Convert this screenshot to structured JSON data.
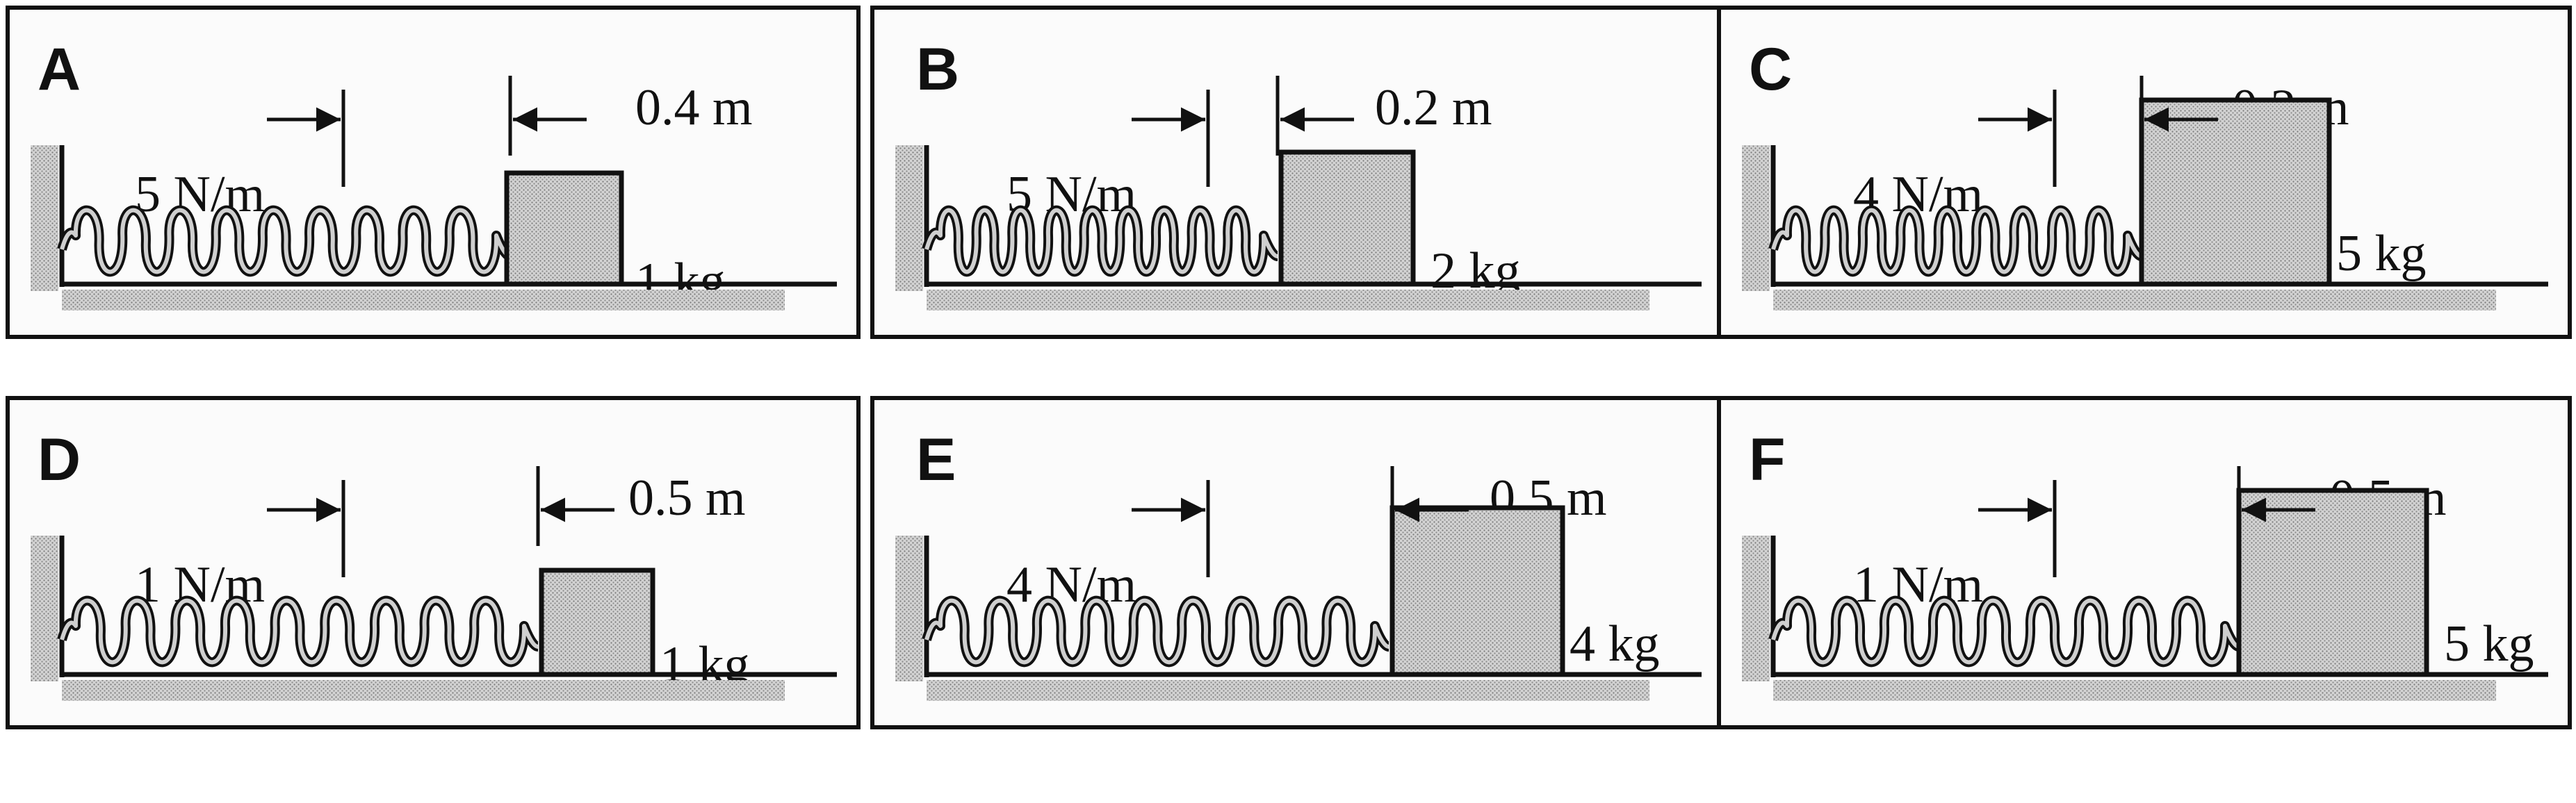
{
  "panels": [
    {
      "label": "A",
      "spring_constant": "5 N/m",
      "displacement": "0.4 m",
      "mass": "1 kg"
    },
    {
      "label": "B",
      "spring_constant": "5 N/m",
      "displacement": "0.2 m",
      "mass": "2 kg"
    },
    {
      "label": "C",
      "spring_constant": "4 N/m",
      "displacement": "0.2 m",
      "mass": "5 kg"
    },
    {
      "label": "D",
      "spring_constant": "1 N/m",
      "displacement": "0.5 m",
      "mass": "1 kg"
    },
    {
      "label": "E",
      "spring_constant": "4 N/m",
      "displacement": "0.5 m",
      "mass": "4 kg"
    },
    {
      "label": "F",
      "spring_constant": "1 N/m",
      "displacement": "0.5 m",
      "mass": "5 kg"
    }
  ]
}
